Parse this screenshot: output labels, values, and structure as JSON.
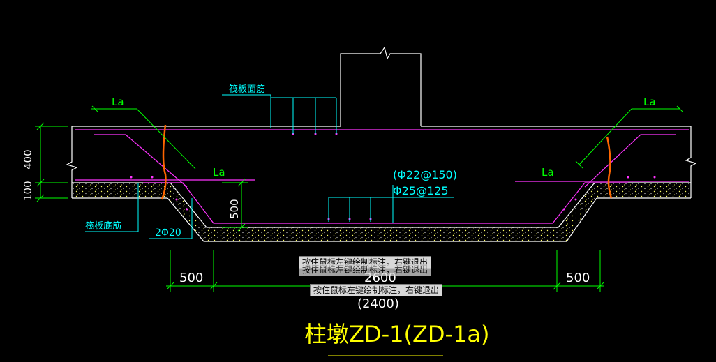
{
  "drawing": {
    "title": "柱墩ZD-1(ZD-1a)",
    "labels": {
      "top_rebar": "筏板面筋",
      "bottom_rebar": "筏板底筋",
      "la_left_top": "La",
      "la_right_top": "La",
      "la_left_mid": "La",
      "la_right_mid": "La",
      "rebar_spec_alt": "(Φ22@150)",
      "rebar_spec": "Φ25@125",
      "edge_rebar": "2Φ20"
    },
    "dimensions": {
      "thickness_400": "400",
      "thickness_100": "100",
      "depth_500": "500",
      "left_width": "500",
      "right_width": "500",
      "total_width": "2600",
      "total_width_alt": "(2400)"
    }
  },
  "status": {
    "tooltip": "按住鼠标左键绘制标注，右键退出"
  },
  "colors": {
    "background": "#000000",
    "outline": "#ffffff",
    "rebar": "#ff33ff",
    "leader": "#00ffff",
    "dimension": "#00ff00",
    "title": "#ffff00",
    "anchor": "#ff6600",
    "concrete_dots": "#ffff66"
  }
}
